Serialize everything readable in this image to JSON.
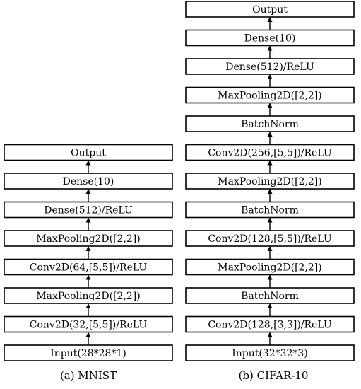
{
  "diagrams": [
    {
      "caption": "(a)  MNIST",
      "layers": [
        "Input(28*28*1)",
        "Conv2D(32,[5,5])/ReLU",
        "MaxPooling2D([2,2])",
        "Conv2D(64,[5,5])/ReLU",
        "MaxPooling2D([2,2])",
        "Dense(512)/ReLU",
        "Dense(10)",
        "Output"
      ]
    },
    {
      "caption": "(b)  CIFAR-10",
      "layers": [
        "Input(32*32*3)",
        "Conv2D(128,[3,3])/ReLU",
        "BatchNorm",
        "MaxPooling2D([2,2])",
        "Conv2D(128,[5,5])/ReLU",
        "BatchNorm",
        "MaxPooling2D([2,2])",
        "Conv2D(256,[5,5])/ReLU",
        "BatchNorm",
        "MaxPooling2D([2,2])",
        "Dense(512)/ReLU",
        "Dense(10)",
        "Output"
      ]
    }
  ]
}
